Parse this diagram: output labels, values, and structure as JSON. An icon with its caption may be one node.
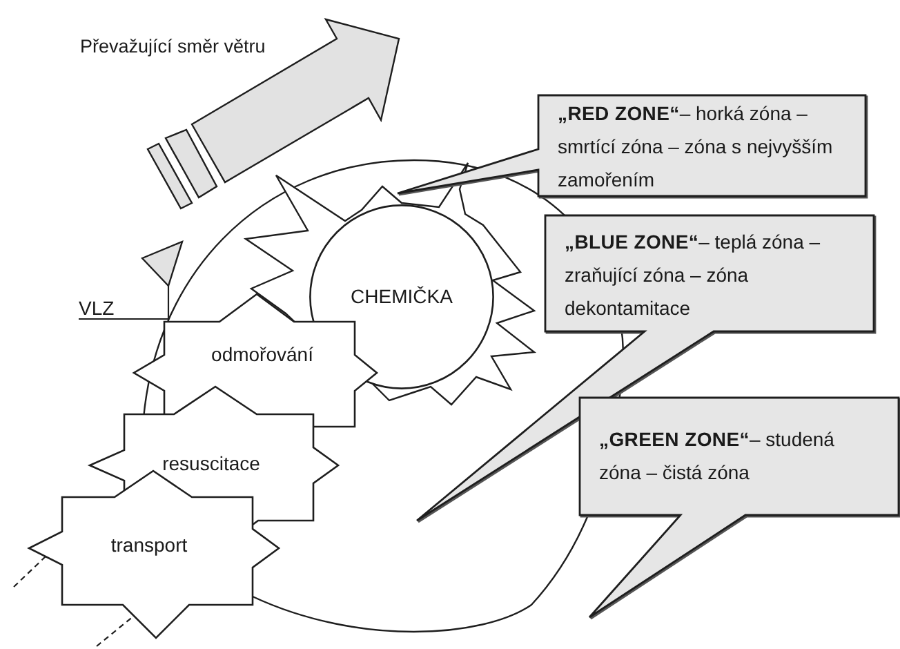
{
  "diagram": {
    "nodes": [
      {
        "text": [
          "**„RED ZONE“**– horká zóna – smrtící zóna – zóna s nejvyšším zamořením"
        ]
      },
      {
        "text": [
          "**„BLUE ZONE“**– teplá zóna – zraňující zóna – zóna dekontamitace"
        ]
      },
      {
        "text": [
          "CHEMIČKA"
        ]
      },
      {
        "text": [],
        "shape": "triangle"
      },
      {
        "text": [
          "VLZ"
        ]
      },
      {
        "text": [
          "**„GREEN ZONE“**– studená zóna – čistá zóna"
        ]
      },
      {
        "text": [
          "odmořování"
        ]
      },
      {
        "text": [
          "resuscitace"
        ]
      },
      {
        "text": [
          "transport"
        ]
      }
    ],
    "edges": [
      {
        "from": 4,
        "to": 3,
        "arrow": "none"
      },
      {
        "from": null,
        "to": 8,
        "arrow": "none",
        "style": "dashed"
      },
      {
        "from": null,
        "to": 8,
        "arrow": "none",
        "style": "dashed"
      }
    ],
    "labels": [
      "Převažující směr větru"
    ]
  }
}
